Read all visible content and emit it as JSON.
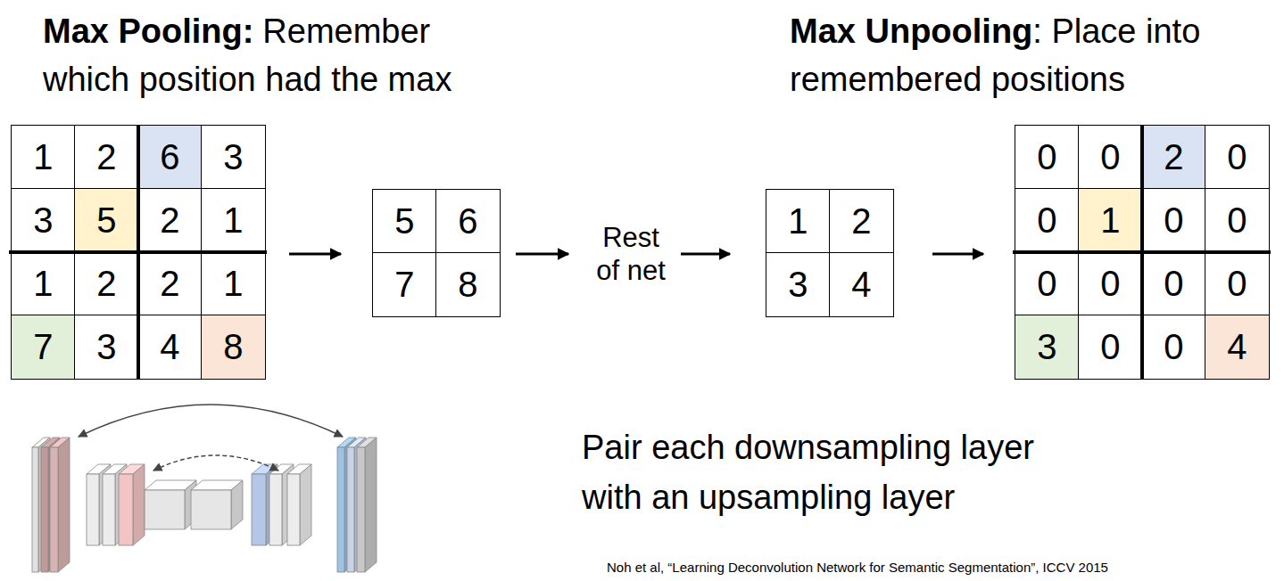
{
  "diagram": {
    "nodes": [
      {
        "text": [
          "1",
          "2",
          "6",
          "3",
          "3",
          "5",
          "2",
          "1",
          "1",
          "2",
          "2",
          "1",
          "7",
          "3",
          "4",
          "8"
        ]
      },
      {
        "text": [
          "5",
          "6",
          "7",
          "8"
        ]
      },
      {
        "text": [
          "Rest of net"
        ]
      },
      {
        "text": [
          "1",
          "2",
          "3",
          "4"
        ]
      },
      {
        "text": [
          "0",
          "0",
          "2",
          "0",
          "0",
          "1",
          "0",
          "0",
          "0",
          "0",
          "0",
          "0",
          "3",
          "0",
          "0",
          "4"
        ]
      }
    ],
    "edges": [
      {
        "from": 0,
        "to": 1,
        "arrow": "to"
      },
      {
        "from": 1,
        "to": 2,
        "arrow": "to"
      },
      {
        "from": 2,
        "to": 3,
        "arrow": "to"
      },
      {
        "from": 3,
        "to": 4,
        "arrow": "to"
      }
    ],
    "labels": [
      "Max Pooling:",
      "Remember which position had the max",
      "Max Unpooling",
      ": Place into remembered positions",
      "Pair each downsampling layer with an upsampling layer",
      "Noh et al, “Learning Deconvolution Network for Semantic Segmentation”, ICCV 2015"
    ]
  }
}
